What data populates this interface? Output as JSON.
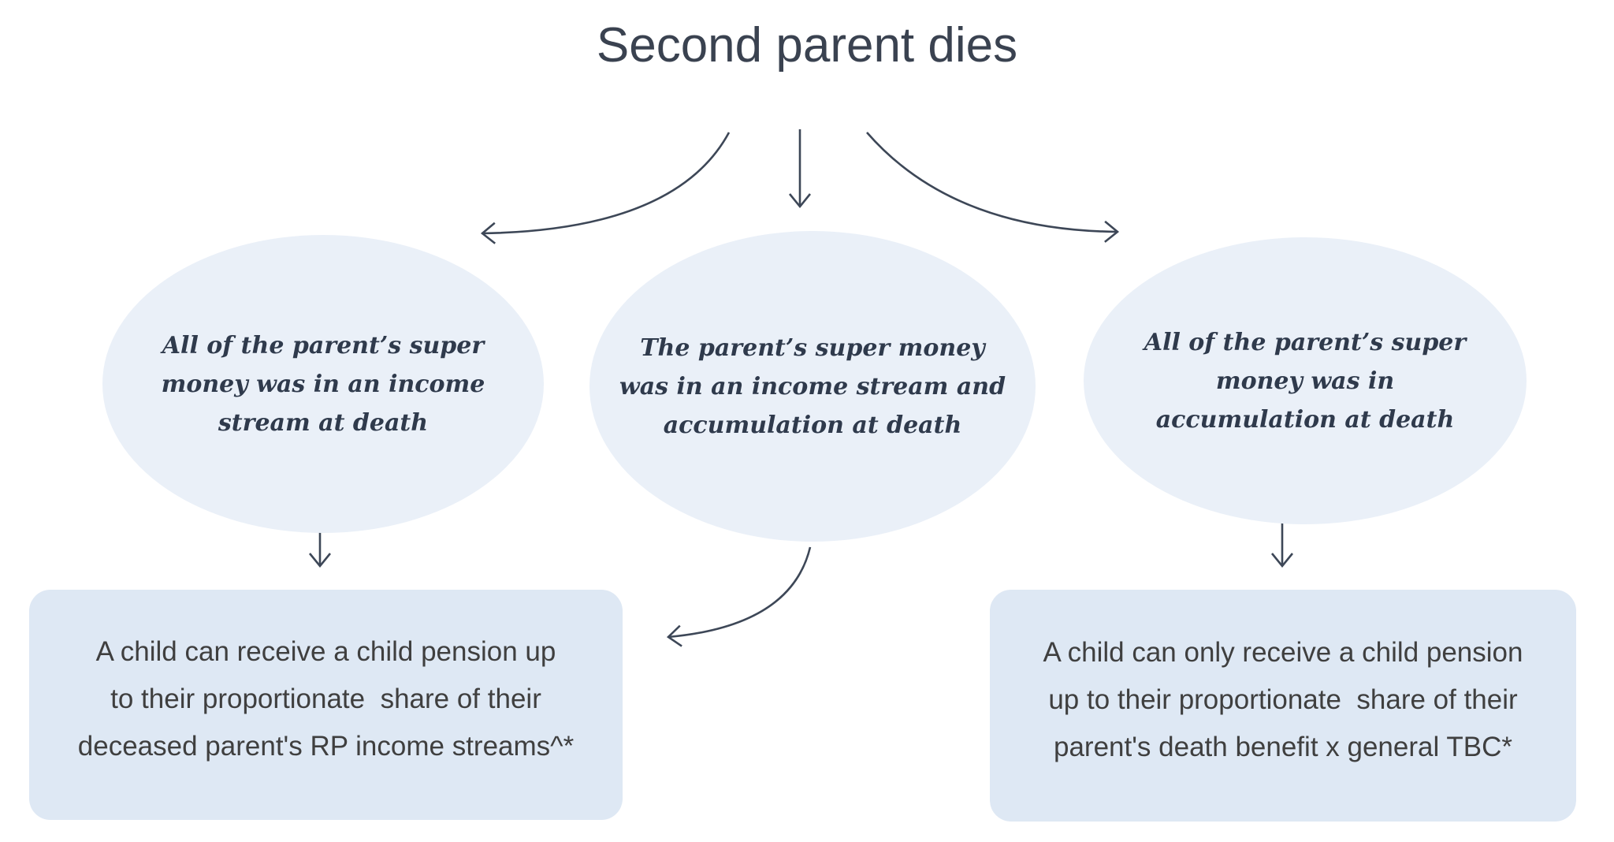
{
  "diagram": {
    "title": "Second parent dies",
    "nodes": {
      "left_ellipse": {
        "text": "All of the parent’s super\nmoney was in an income\nstream at death"
      },
      "center_ellipse": {
        "text": "The parent’s super money\nwas in an income stream and\naccumulation at death"
      },
      "right_ellipse": {
        "text": "All of the parent’s super\nmoney was in\naccumulation at death"
      },
      "left_box": {
        "text": "A child can receive a child pension up\nto their proportionate  share of their\ndeceased parent's RP income streams^*"
      },
      "right_box": {
        "text": "A child can only receive a child pension\nup to their proportionate  share of their\nparent's death benefit x general TBC*"
      }
    },
    "connections": [
      "title to left ellipse (curved arrow)",
      "title to center ellipse (straight arrow)",
      "title to right ellipse (curved arrow)",
      "left ellipse to left box (straight arrow)",
      "center ellipse to left box (curved arrow)",
      "right ellipse to right box (straight arrow)"
    ],
    "colors": {
      "ellipse_fill": "#eaf0f8",
      "box_fill": "#dee8f4",
      "arrow_stroke": "#3d4757",
      "title_text": "#3a4250",
      "ellipse_text": "#2f3a4c",
      "box_text": "#3f3f3f"
    }
  }
}
